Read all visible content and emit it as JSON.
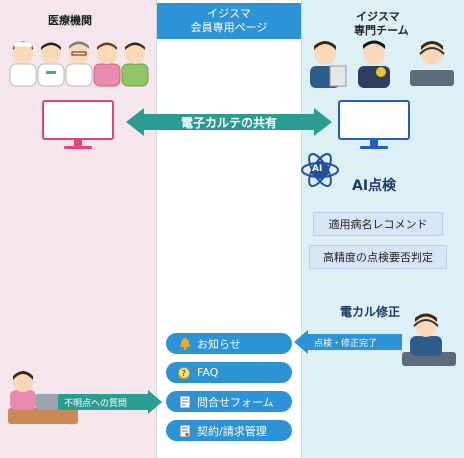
{
  "columns": {
    "left_title": "医療機関",
    "mid_title_line1": "イジスマ",
    "mid_title_line2": "会員専用ページ",
    "right_title_line1": "イジスマ",
    "right_title_line2": "専門チーム"
  },
  "banner": {
    "label": "電子カルテの共有"
  },
  "ai": {
    "logo_text": "AI",
    "title": "AI点検",
    "features": [
      "適用病名レコメンド",
      "高精度の点検要否判定"
    ]
  },
  "correction": {
    "title": "電カル修正",
    "arrow_label": "点検・修正完了"
  },
  "question": {
    "arrow_label": "不明点への質問"
  },
  "menu": [
    {
      "label": "お知らせ",
      "icon": "bell-icon"
    },
    {
      "label": "FAQ",
      "icon": "faq-icon"
    },
    {
      "label": "問合せフォーム",
      "icon": "form-icon"
    },
    {
      "label": "契約/請求管理",
      "icon": "contract-icon"
    }
  ],
  "colors": {
    "left_bg": "#f5e6ee",
    "right_bg": "#dcf0f6",
    "header_blue": "#2b93d6",
    "banner_teal": "#2a9d93",
    "left_monitor": "#e0457b",
    "right_monitor": "#1f5fbf"
  }
}
